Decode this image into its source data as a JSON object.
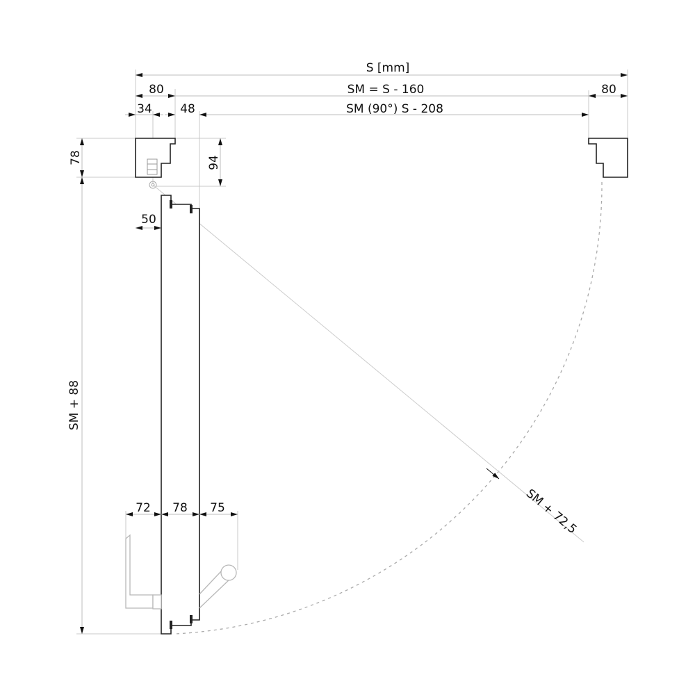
{
  "drawing": {
    "overall_width": "S [mm]",
    "sm_formula": "SM = S - 160",
    "sm90_formula": "SM (90°) S - 208",
    "wall_left_width": "80",
    "wall_right_width": "80",
    "dim_34": "34",
    "dim_48": "48",
    "dim_78_wall": "78",
    "dim_94": "94",
    "dim_50": "50",
    "door_height": "SM + 88",
    "swing_radius": "SM + 72,5",
    "handle_inside": "72",
    "door_thickness": "78",
    "handle_outside": "75"
  },
  "colors": {
    "line": "#222222",
    "dimension": "#bdbdbd"
  }
}
